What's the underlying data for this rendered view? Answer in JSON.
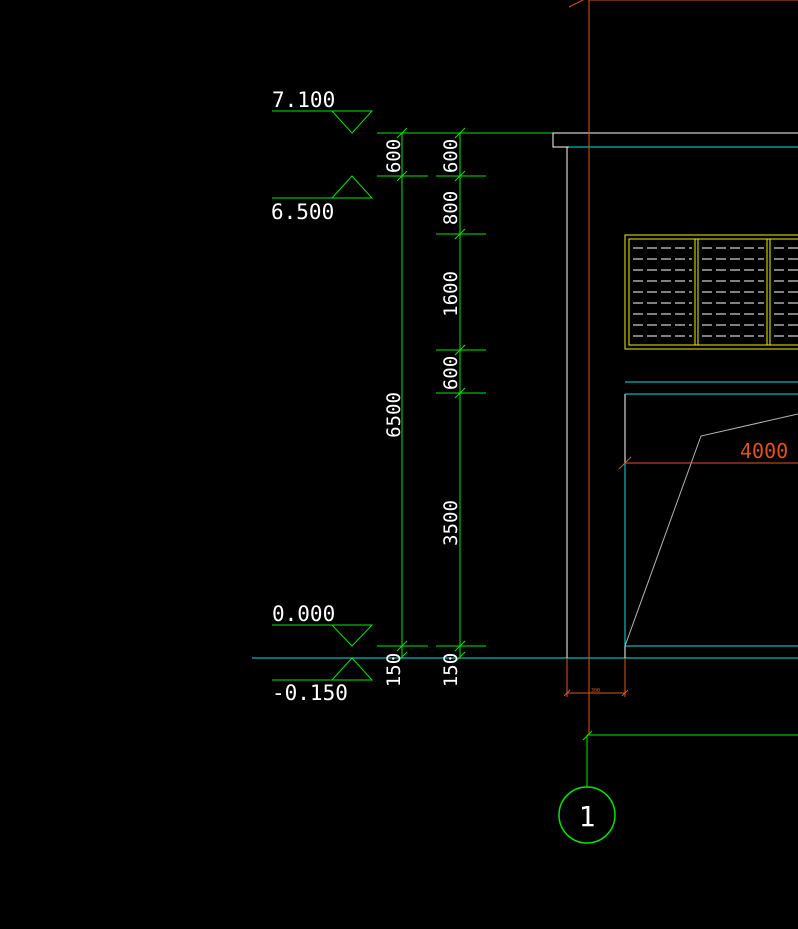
{
  "colors": {
    "background": "#000000",
    "dimension": "#00e600",
    "outline": "#ffffff",
    "wall": "#ff9f6a",
    "cyan": "#00e5e5",
    "window": "#f0f000",
    "red_dim": "#e0541c",
    "gray": "#b4b4b4"
  },
  "elevations": {
    "top": "7.100",
    "eave": "6.500",
    "floor": "0.000",
    "ground": "-0.150"
  },
  "dimensions": {
    "outer_col": {
      "a": "600",
      "b": "6500",
      "c": "150"
    },
    "inner_col": {
      "a": "600",
      "b": "800",
      "c": "1600",
      "d": "600",
      "e": "3500",
      "f": "150"
    },
    "red": "4000",
    "tiny": "300"
  },
  "axis": {
    "label": "1"
  }
}
